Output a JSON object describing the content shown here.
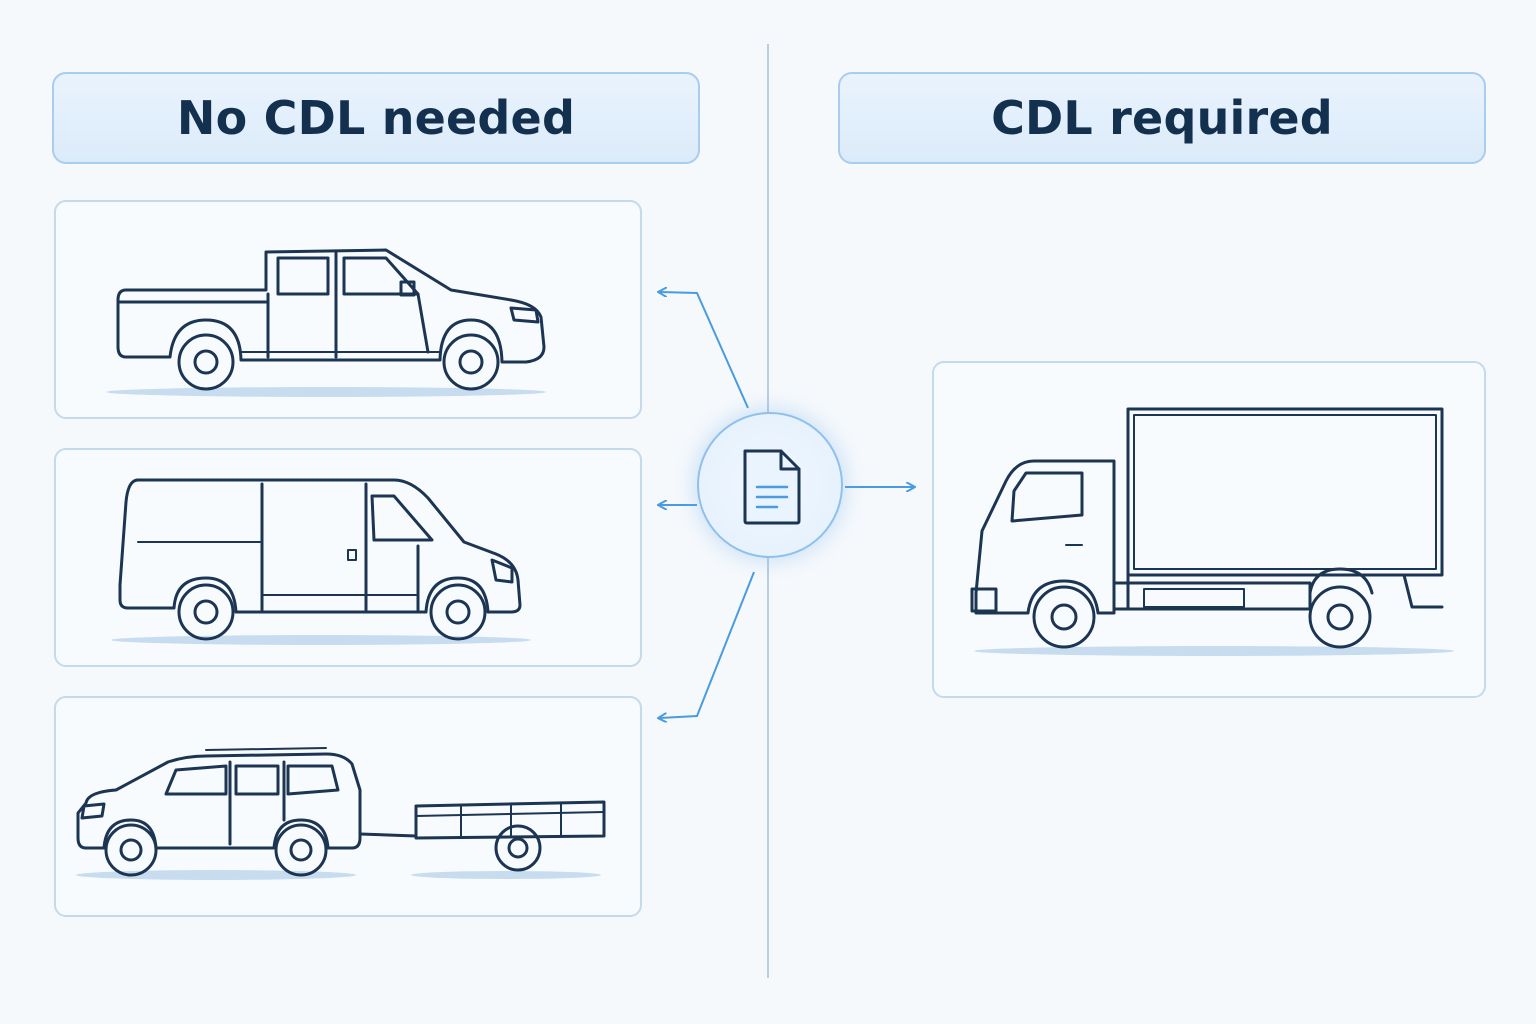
{
  "headers": {
    "left": "No CDL needed",
    "right": "CDL required"
  },
  "cards": [
    {
      "id": "pickup",
      "vehicle_icon": "pickup-truck-icon"
    },
    {
      "id": "van",
      "vehicle_icon": "cargo-van-icon"
    },
    {
      "id": "suv-trailer",
      "vehicle_icon": "suv-with-trailer-icon"
    },
    {
      "id": "box-truck",
      "vehicle_icon": "box-truck-icon"
    }
  ],
  "hub": {
    "icon": "document-icon"
  },
  "colors": {
    "line_art": "#1c3553",
    "accent": "#4a9be0",
    "header_fill": "#e2eefb",
    "header_text": "#14304f",
    "divider": "#b8cde2"
  }
}
